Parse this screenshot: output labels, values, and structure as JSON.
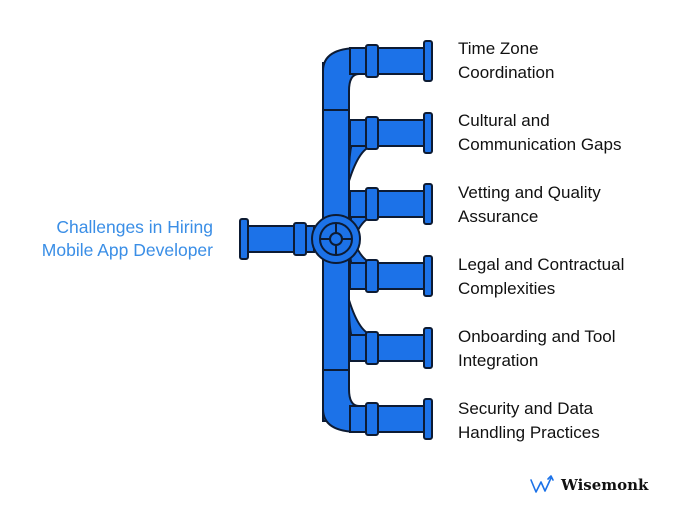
{
  "diagram": {
    "source_label": "Challenges in Hiring Mobile App Developer",
    "source_lines": [
      "Challenges in Hiring",
      "Mobile App Developer"
    ],
    "branches": [
      {
        "label": "Time Zone Coordination",
        "lines": [
          "Time Zone",
          "Coordination"
        ]
      },
      {
        "label": "Cultural and Communication Gaps",
        "lines": [
          "Cultural and",
          "Communication Gaps"
        ]
      },
      {
        "label": "Vetting and Quality Assurance",
        "lines": [
          "Vetting and Quality",
          "Assurance"
        ]
      },
      {
        "label": "Legal and Contractual Complexities",
        "lines": [
          "Legal and Contractual",
          "Complexities"
        ]
      },
      {
        "label": "Onboarding and Tool Integration",
        "lines": [
          "Onboarding and Tool",
          "Integration"
        ]
      },
      {
        "label": "Security and Data Handling Practices",
        "lines": [
          "Security and Data",
          "Handling Practices"
        ]
      }
    ]
  },
  "brand": {
    "name": "Wisemonk",
    "icon": "wisemonk-logo-icon"
  },
  "colors": {
    "pipe": "#1c72e8",
    "outline": "#0d1b33",
    "accent_text": "#3a8ee6",
    "text": "#111111"
  }
}
